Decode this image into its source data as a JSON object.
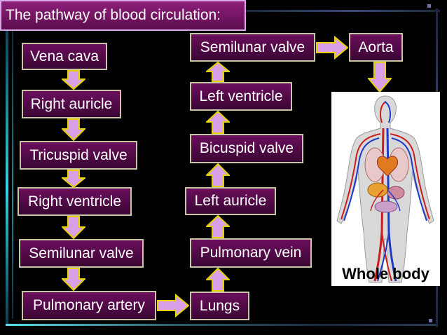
{
  "title": "The pathway of blood circulation:",
  "steps": {
    "vena_cava": "Vena cava",
    "right_auricle": "Right auricle",
    "tricuspid_valve": "Tricuspid valve",
    "right_ventricle": "Right ventricle",
    "semilunar_valve_right": "Semilunar valve",
    "pulmonary_artery": "Pulmonary artery",
    "lungs": "Lungs",
    "pulmonary_vein": "Pulmonary vein",
    "left_auricle": "Left auricle",
    "bicuspid_valve": "Bicuspid valve",
    "left_ventricle": "Left ventricle",
    "semilunar_valve_left": "Semilunar valve",
    "aorta": "Aorta"
  },
  "figure": {
    "caption": "Whole body",
    "icon": "circulatory-system-body"
  },
  "colors": {
    "background": "#000000",
    "box_fill": "#5a0a4e",
    "box_border": "#c9c4a6",
    "arrow_fill": "#d9a0e8",
    "arrow_border": "#e6d200",
    "title_fill": "#7a1a6a"
  }
}
